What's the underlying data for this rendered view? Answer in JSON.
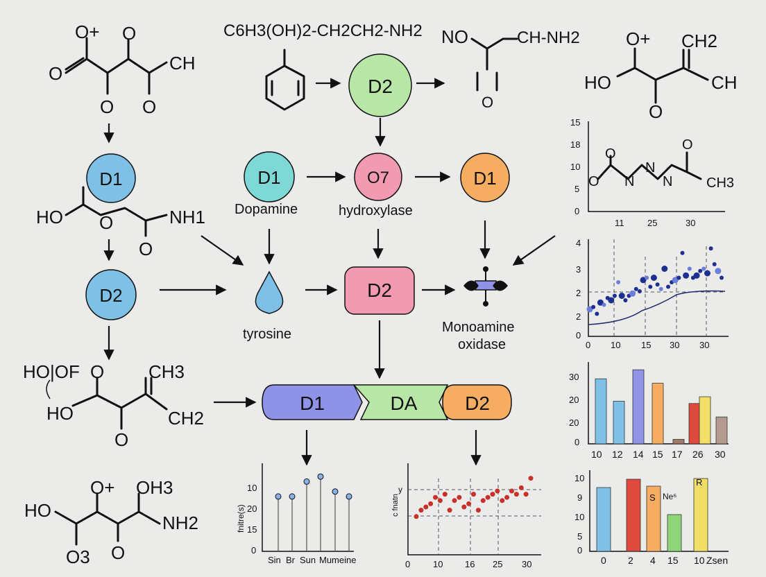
{
  "colors": {
    "blue": "#7fc1e6",
    "green": "#b7e6a7",
    "teal": "#7ed9d6",
    "pink": "#f29ab2",
    "orange": "#f6ad62",
    "purple": "#8f93e8",
    "arrow": "#111111"
  },
  "formulas": {
    "top_center": "C6H3(OH)2-CH2CH2-NH2",
    "top_right_no": "NO",
    "top_right_chnh2": "CH-NH2",
    "top_right_o": "O"
  },
  "molecule_labels": {
    "m1": [
      "O+",
      "O",
      "O",
      "CH",
      "O",
      "O"
    ],
    "m2": [
      "HO",
      "O",
      "NH1",
      "O"
    ],
    "m3": [
      "HO|OF",
      "O",
      "CH3",
      "HO",
      "CH2",
      "O"
    ],
    "m4": [
      "O+",
      "OH3",
      "HO",
      "NH2",
      "O",
      "O3"
    ],
    "m5": [
      "O+",
      "CH2",
      "HO",
      "CH",
      "O"
    ],
    "m6": [
      "O",
      "O",
      "N",
      "N",
      "N",
      "O",
      "CH3"
    ]
  },
  "nodes": {
    "d2_top": "D2",
    "d1_left": "D1",
    "d2_left": "D2",
    "d1_dopamine": "D1",
    "o7": "O7",
    "d1_right": "D1",
    "d2_box": "D2",
    "d1_pill": "D1",
    "da_pill": "DA",
    "d2_pill": "D2"
  },
  "labels": {
    "dopamine": "Dopamine",
    "hydroxylase": "hydroxylase",
    "tyrosine": "tyrosine",
    "monoamine_1": "Monoamine",
    "monoamine_2": "oxidase"
  },
  "chart_data": [
    {
      "type": "scatter",
      "title": "",
      "y_ticks": [
        "15",
        "18",
        "10",
        "5",
        "0"
      ],
      "x_ticks": [
        "11",
        "25",
        "30"
      ]
    },
    {
      "type": "scatter",
      "y_ticks": [
        "4",
        "3",
        "2",
        "2",
        "0"
      ],
      "x_ticks": [
        "0",
        "10",
        "15",
        "30",
        "30"
      ],
      "series": [
        {
          "x": [
            0,
            1,
            2,
            3,
            4,
            5,
            6,
            7,
            8,
            9,
            10,
            11,
            12,
            13,
            14,
            15,
            16,
            17,
            18,
            19,
            20,
            21,
            22,
            23,
            24,
            25,
            26,
            27,
            28,
            29,
            30,
            31,
            32,
            33,
            34,
            35,
            36,
            37
          ],
          "y": [
            1.2,
            1.3,
            1.0,
            1.5,
            1.4,
            1.7,
            1.6,
            1.8,
            2.4,
            1.8,
            1.6,
            1.8,
            1.9,
            2.1,
            2.0,
            2.5,
            2.6,
            2.2,
            2.6,
            2.3,
            2.1,
            3.0,
            2.2,
            2.4,
            2.5,
            2.6,
            3.7,
            2.7,
            3.0,
            2.6,
            2.7,
            2.9,
            3.0,
            2.8,
            3.9,
            3.2,
            2.9,
            2.6
          ]
        }
      ]
    },
    {
      "type": "bar",
      "y_ticks": [
        "30",
        "20",
        "20",
        "0"
      ],
      "categories": [
        "10",
        "12",
        "14",
        "15",
        "17",
        "26",
        "30"
      ],
      "values": [
        29,
        19,
        33,
        27,
        2,
        18,
        21,
        12
      ]
    },
    {
      "type": "bar",
      "y_ticks": [
        "10",
        "9",
        "10",
        "5",
        "0"
      ],
      "categories": [
        "0",
        "2",
        "4",
        "15",
        "10",
        "Zsen"
      ],
      "values": [
        9.2,
        10.4,
        9.4,
        5.3,
        10.5
      ],
      "annotations": [
        "S",
        "R",
        "Ne⁶"
      ]
    },
    {
      "type": "scatter",
      "ylabel": "fnitre(s)",
      "y_ticks": [
        "10",
        "20",
        "15",
        "0"
      ],
      "x_ticks": [
        "Sin",
        "Br",
        "Sun",
        "Mumeine"
      ],
      "values": [
        11,
        11,
        14,
        15,
        12,
        11
      ]
    },
    {
      "type": "scatter",
      "ylabel": "c fnatn",
      "y_ticks": [
        "y"
      ],
      "x_ticks": [
        "0",
        "10",
        "16",
        "25",
        "30"
      ],
      "values": [
        1.2,
        1.4,
        1.5,
        1.6,
        1.8,
        1.7,
        1.9,
        1.4,
        1.7,
        1.8,
        1.5,
        1.6,
        1.9,
        1.4,
        1.7,
        1.8,
        1.9,
        2.0,
        1.7,
        1.8,
        2.0,
        1.9,
        2.1,
        1.9,
        2.4
      ]
    }
  ]
}
